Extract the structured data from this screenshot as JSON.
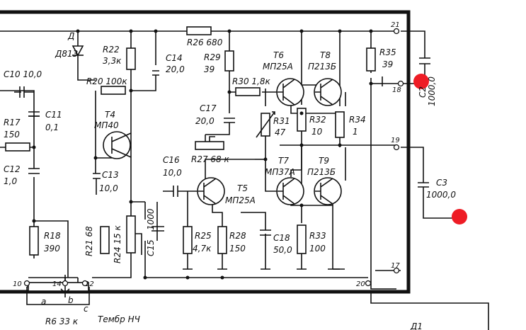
{
  "labels": {
    "d_ref": "Д",
    "d_type": "Д813",
    "c10": "C10 10,0",
    "r22_ref": "R22",
    "r22_val": "3,3к",
    "r20": "R20 100к",
    "c14_ref": "C14",
    "c14_val": "20,0",
    "r26": "R26 680",
    "r29_ref": "R29",
    "r29_val": "39",
    "r30": "R30 1,8к",
    "t6_ref": "T6",
    "t6_type": "МП25А",
    "t8_ref": "T8",
    "t8_type": "П213Б",
    "r35_ref": "R35",
    "r35_val": "39",
    "c2_ref": "C2",
    "c2_val": "1000,0",
    "c11_ref": "C11",
    "c11_val": "0,1",
    "r17_ref": "R17",
    "r17_val": "150",
    "t4_ref": "T4",
    "t4_type": "МП40",
    "c17_ref": "C17",
    "c17_val": "20,0",
    "r31_ref": "R31",
    "r31_val": "47",
    "r32_ref": "R32",
    "r32_val": "10",
    "r34_ref": "R34",
    "r34_val": "1",
    "c12_ref": "C12",
    "c12_val": "1,0",
    "c13_ref": "C13",
    "c13_val": "10,0",
    "c16_ref": "C16",
    "c16_val": "10,0",
    "r27": "R27 68 к",
    "t7_ref": "T7",
    "t7_type": "МП37А",
    "t9_ref": "T9",
    "t9_type": "П213Б",
    "c3_ref": "C3",
    "c3_val": "1000,0",
    "t5_ref": "T5",
    "t5_type": "МП25А",
    "r18_ref": "R18",
    "r18_val": "390",
    "r21": "R21 68",
    "r24": "R24 15 к",
    "c15_ref": "C15",
    "c15_val": "1000",
    "r25_ref": "R25",
    "r25_val": "4,7к",
    "r28_ref": "R28",
    "r28_val": "150",
    "c18_ref": "C18",
    "c18_val": "50,0",
    "r33_ref": "R33",
    "r33_val": "100",
    "pin_10": "10",
    "pin_14": "14",
    "pin_12": "12",
    "pin_a": "a",
    "pin_b": "b",
    "pin_c": "c",
    "pin_21": "21",
    "pin_18": "18",
    "pin_19": "19",
    "pin_17": "17",
    "pin_20": "20",
    "r6": "R6 33 к",
    "tone": "Тембр НЧ",
    "d1": "Д1"
  },
  "colors": {
    "ink": "#111111",
    "marker": "#ee1c25",
    "paper": "#ffffff"
  }
}
